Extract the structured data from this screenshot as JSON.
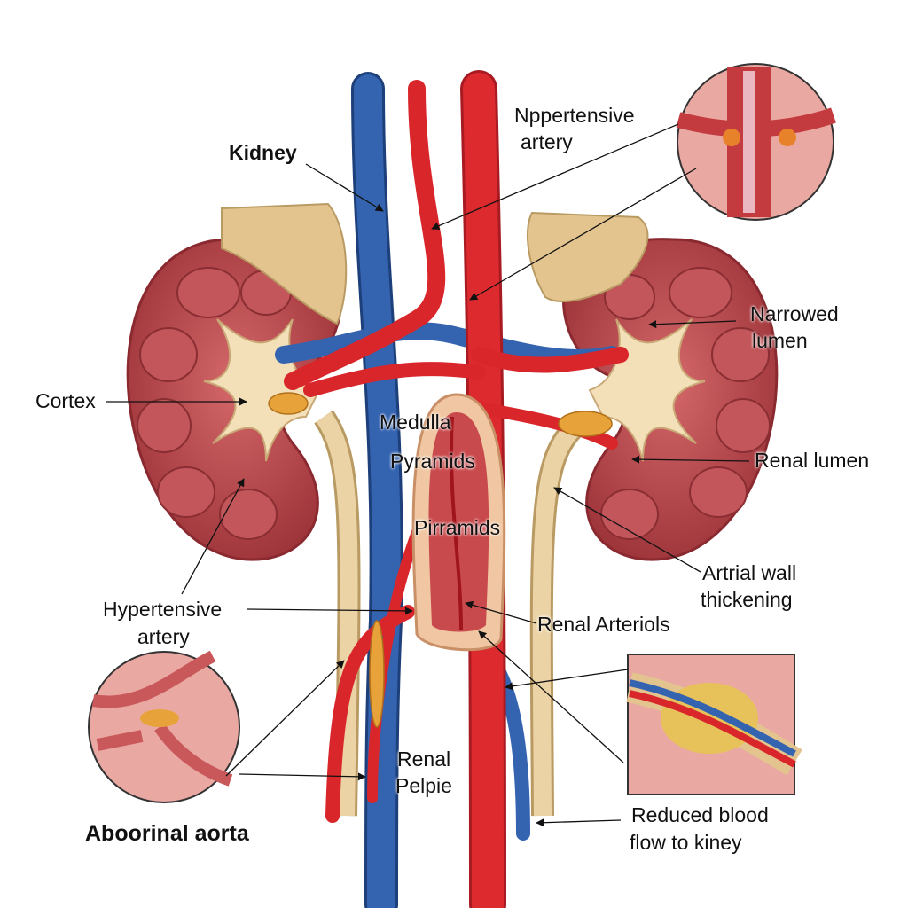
{
  "labels": {
    "kidney": "Kidney",
    "top_artery_1": "Nppertensive",
    "top_artery_2": "artery",
    "narrowed_1": "Narrowed",
    "narrowed_2": "lumen",
    "cortex": "Cortex",
    "medulla": "Medulla",
    "pyramids": "Pyramids",
    "pirramids": "Pirramids",
    "renal_lumen": "Renal lumen",
    "wall_1": "Artrial wall",
    "wall_2": "thickening",
    "hyp_artery_1": "Hypertensive",
    "hyp_artery_2": "artery",
    "arteriols": "Renal Arteriols",
    "pelpie_1": "Renal",
    "pelpie_2": "Pelpie",
    "aorta": "Aboorinal aorta",
    "reduced_1": "Reduced blood",
    "reduced_2": "flow to kiney"
  },
  "colors": {
    "artery": "#d9262b",
    "vein": "#2c5aa8",
    "kidney": "#b8474b",
    "ureter": "#ecd3a6",
    "plaque": "#e7a33a"
  }
}
